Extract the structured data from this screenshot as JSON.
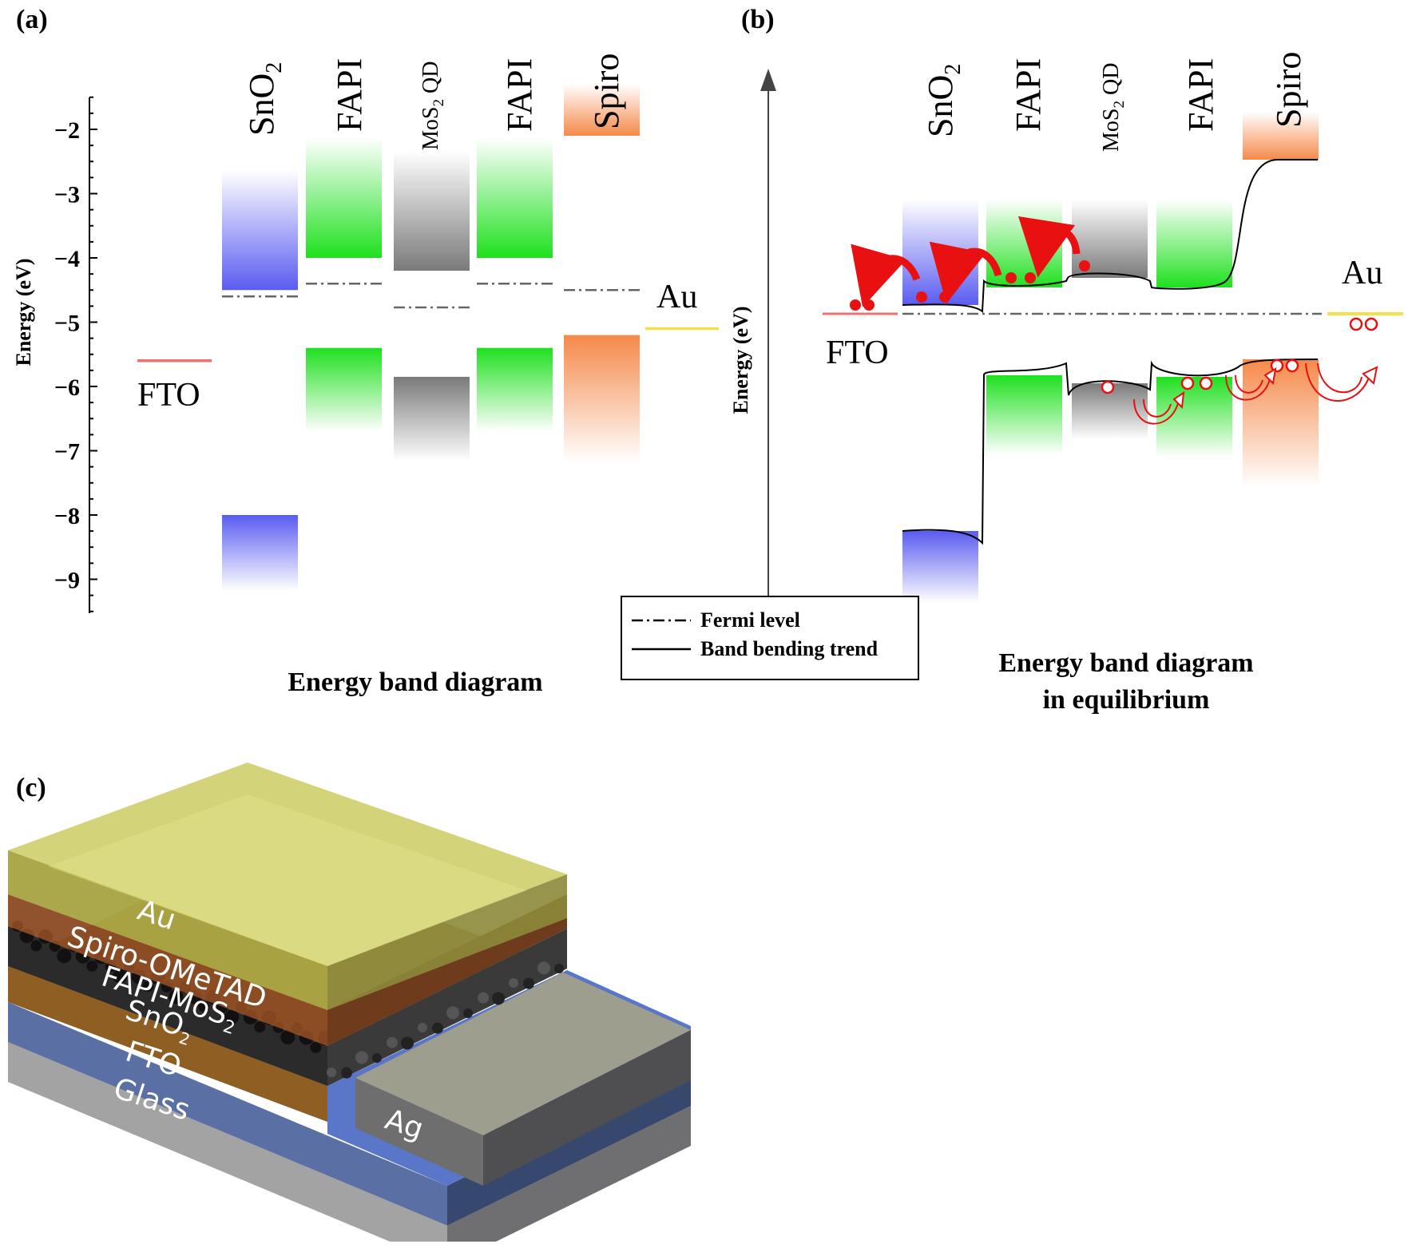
{
  "panels": {
    "a": {
      "label": "(a)",
      "caption": "Energy band diagram",
      "ylabel": "Energy (eV)",
      "yticks": [
        "−2",
        "−3",
        "−4",
        "−5",
        "−6",
        "−7",
        "−8",
        "−9"
      ],
      "materials": {
        "sno2": "SnO",
        "fapi1": "FAPI",
        "mos2": "MoS",
        "mos2_suffix": " QD",
        "fapi2": "FAPI",
        "spiro": "Spiro",
        "fto": "FTO",
        "au": "Au"
      }
    },
    "b": {
      "label": "(b)",
      "caption_line1": "Energy band diagram",
      "caption_line2": "in equilibrium",
      "ylabel": "Energy (eV)",
      "materials": {
        "sno2": "SnO",
        "fapi1": "FAPI",
        "mos2": "MoS",
        "mos2_suffix": " QD",
        "fapi2": "FAPI",
        "spiro": "Spiro",
        "fto": "FTO",
        "au": "Au"
      },
      "legend": {
        "fermi": "Fermi level",
        "bending": "Band bending trend"
      }
    },
    "c": {
      "label": "(c)",
      "layers": [
        "Au",
        "Spiro-OMeTAD",
        "FAPI-MoS",
        "SnO",
        "FTO",
        "Glass",
        "Ag"
      ]
    }
  },
  "chart_data": {
    "type": "energy-band",
    "ylabel": "Energy (eV)",
    "ylim": [
      -9.5,
      -1.5
    ],
    "bands": [
      {
        "material": "SnO2",
        "cb": -4.5,
        "vb": -8.0
      },
      {
        "material": "FAPI",
        "cb": -4.0,
        "vb": -5.4
      },
      {
        "material": "MoS2 QD",
        "cb": -4.2,
        "vb": -5.85
      },
      {
        "material": "FAPI",
        "cb": -4.0,
        "vb": -5.4
      },
      {
        "material": "Spiro",
        "cb": -2.1,
        "vb": -5.2
      }
    ],
    "fermi_levels": [
      {
        "material": "SnO2",
        "value": -4.6
      },
      {
        "material": "FAPI",
        "value": -4.4
      },
      {
        "material": "MoS2 QD",
        "value": -4.77
      },
      {
        "material": "FAPI",
        "value": -4.4
      },
      {
        "material": "Spiro",
        "value": -4.5
      }
    ],
    "electrodes": [
      {
        "material": "FTO",
        "work_function": -5.6
      },
      {
        "material": "Au",
        "work_function": -5.1
      }
    ],
    "colors": {
      "sno2": "#5a5cf0",
      "fapi": "#22e022",
      "mos2": "#808080",
      "spiro": "#f5894a",
      "fto": "#f07070",
      "au": "#f2e24a",
      "carrier": "#e81010"
    }
  }
}
